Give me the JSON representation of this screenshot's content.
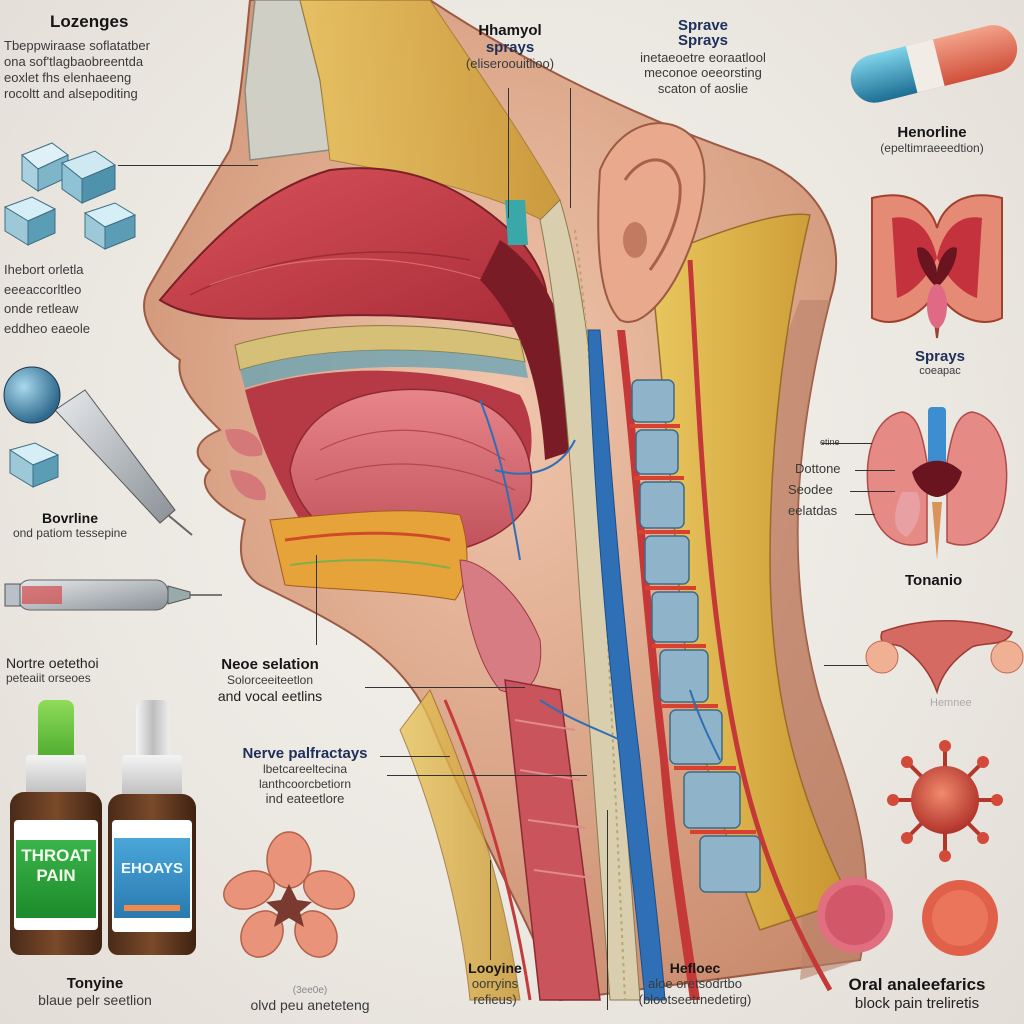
{
  "diagram": {
    "type": "medical-illustration",
    "subject": "Sagittal cross-section of human head and neck (throat pain treatments)",
    "colors": {
      "background": "#ede9e3",
      "mucosa_red": "#c9404a",
      "skin": "#e7b59a",
      "bone_yellow": "#d8b24a",
      "vessel_blue": "#2f6fb5",
      "vertebra_blue": "#8fb3c9",
      "virus_red": "#c8412f",
      "label_dark": "#151515",
      "label_navy": "#1e2f5a"
    }
  },
  "labels": {
    "lozenges": {
      "title": "Lozenges",
      "lines": [
        "Tbeppwiraase soflatatber",
        "ona sof'tlagbaobreentda",
        "eoxlet fhs elenhaeeng",
        "rocoltt and alsepoditing"
      ]
    },
    "lozenge_side": {
      "lines": [
        "Ihebort orletla",
        "eeeaccorltleo",
        "onde retleaw",
        "eddheo eaeole"
      ]
    },
    "hhamyol_sprays": {
      "title": "Hhamyol",
      "title2": "sprays",
      "sub": "(eliseroouitlioo)"
    },
    "sprays_top": {
      "title": "Sprave",
      "title2": "Sprays",
      "lines": [
        "inetaeoetre eoraatlool",
        "meconoe oeeorsting",
        "scaton of aoslie"
      ]
    },
    "capsule_label": {
      "title": "Henorline",
      "sub": "(epeltimraeeedtion)"
    },
    "sprays_right": {
      "title": "Sprays",
      "sub": "coeapac"
    },
    "thyroid_callouts": [
      "etine",
      "Dottone",
      "Seodee",
      "eelatdas"
    ],
    "tonano": {
      "title": "Tonanio"
    },
    "uterus_caption": "Hemnee",
    "bovrline": {
      "title": "Bovrline",
      "sub": "ond patiom tessepine"
    },
    "nortre": {
      "title": "Nortre oetethoi",
      "sub": "peteaiit orseoes"
    },
    "neoe_selation": {
      "title": "Neoe selation",
      "lines": [
        "Solorceeiteetlon",
        "and vocal eetlins"
      ]
    },
    "nerve_pathways": {
      "title": "Nerve palfractays",
      "lines": [
        "lbetcareeltecina",
        "lanthcoorcbetiorn",
        "ind eateetlore"
      ]
    },
    "bottle_green": {
      "line1": "THROAT",
      "line2": "PAIN"
    },
    "bottle_blue": {
      "line1": "EHOAYS"
    },
    "tonyine": {
      "title": "Tonyine",
      "sub": "blaue pelr seetlion"
    },
    "flower_caption": {
      "small": "(3ee0e)",
      "sub": "olvd peu aneteteng"
    },
    "looyine": {
      "title": "Looyine",
      "lines": [
        "oorryins",
        "refieus)"
      ]
    },
    "hefloec": {
      "title": "Hefloec",
      "lines": [
        "aloe oretsodrtbo",
        "(blootseetrnedetirg)"
      ]
    },
    "oral_analgesics": {
      "title": "Oral analeefarics",
      "sub": "block pain treliretis"
    }
  }
}
